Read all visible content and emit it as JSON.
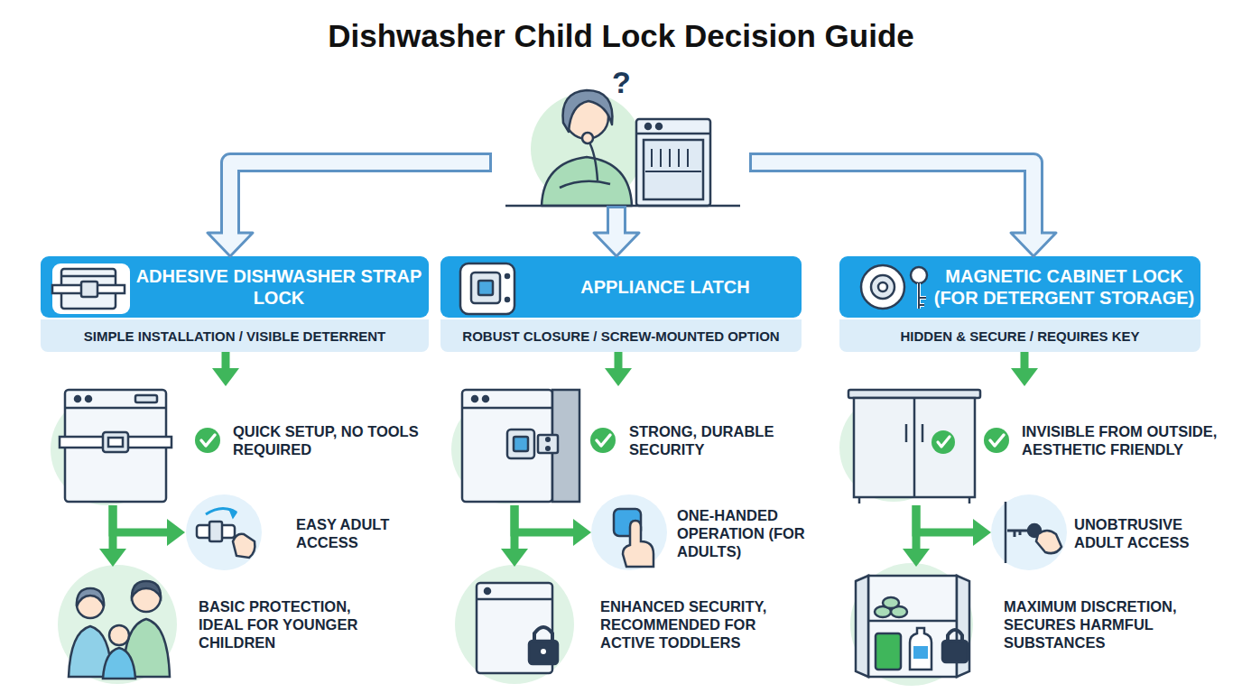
{
  "diagram": {
    "title": "Dishwasher Child Lock Decision Guide",
    "nodes": [
      {
        "text": [
          "?"
        ]
      },
      {
        "text": [
          "ADHESIVE DISHWASHER STRAP LOCK",
          "SIMPLE INSTALLATION / VISIBLE DETERRENT"
        ]
      },
      {
        "text": [
          "QUICK SETUP, NO TOOLS REQUIRED"
        ]
      },
      {
        "text": [
          "EASY ADULT ACCESS"
        ]
      },
      {
        "text": [
          "BASIC PROTECTION, IDEAL FOR YOUNGER CHILDREN"
        ]
      },
      {
        "text": [
          "APPLIANCE LATCH",
          "ROBUST CLOSURE / SCREW-MOUNTED OPTION"
        ]
      },
      {
        "text": [
          "STRONG, DURABLE SECURITY"
        ]
      },
      {
        "text": [
          "ONE-HANDED OPERATION (FOR ADULTS)"
        ]
      },
      {
        "text": [
          "ENHANCED SECURITY, RECOMMENDED FOR ACTIVE TODDLERS"
        ]
      },
      {
        "text": [
          "MAGNETIC CABINET LOCK (FOR DETERGENT STORAGE)",
          "HIDDEN & SECURE / REQUIRES KEY"
        ]
      },
      {
        "text": [
          "INVISIBLE FROM OUTSIDE, AESTHETIC FRIENDLY"
        ]
      },
      {
        "text": [
          "UNOBTRUSIVE ADULT ACCESS"
        ]
      },
      {
        "text": [
          "MAXIMUM DISCRETION, SECURES HARMFUL SUBSTANCES"
        ]
      }
    ],
    "edges": [
      {
        "from": 0,
        "to": 1,
        "arrow": "to"
      },
      {
        "from": 0,
        "to": 5,
        "arrow": "to"
      },
      {
        "from": 0,
        "to": 9,
        "arrow": "to"
      },
      {
        "from": 1,
        "to": 2,
        "arrow": "to"
      },
      {
        "from": 2,
        "to": 3,
        "arrow": "to"
      },
      {
        "from": 2,
        "to": 4,
        "arrow": "to"
      },
      {
        "from": 5,
        "to": 6,
        "arrow": "to"
      },
      {
        "from": 6,
        "to": 7,
        "arrow": "to"
      },
      {
        "from": 6,
        "to": 8,
        "arrow": "to"
      },
      {
        "from": 9,
        "to": 10,
        "arrow": "to"
      },
      {
        "from": 10,
        "to": 11,
        "arrow": "to"
      },
      {
        "from": 10,
        "to": 12,
        "arrow": "to"
      }
    ]
  }
}
